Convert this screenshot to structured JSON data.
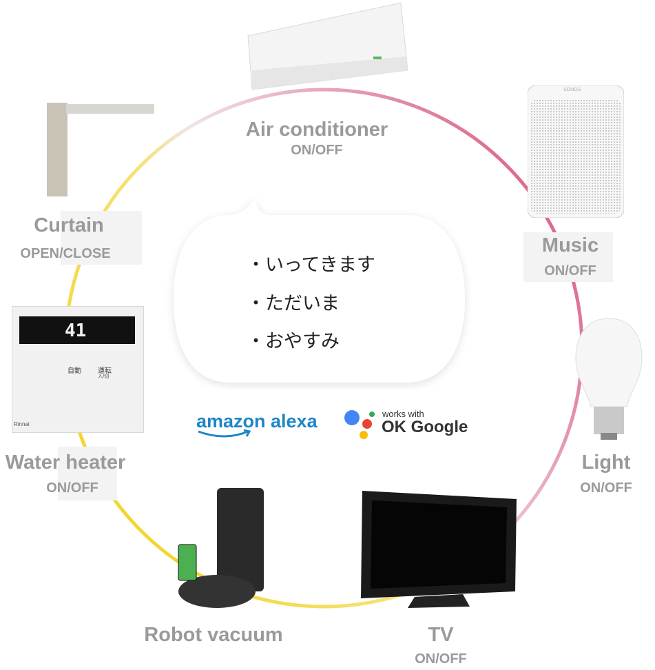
{
  "devices": {
    "air_conditioner": {
      "name": "Air conditioner",
      "state": "ON/OFF"
    },
    "curtain": {
      "name": "Curtain",
      "state": "OPEN/CLOSE"
    },
    "music": {
      "name": "Music",
      "state": "ON/OFF"
    },
    "light": {
      "name": "Light",
      "state": "ON/OFF"
    },
    "water_heater": {
      "name": "Water heater",
      "state": "ON/OFF",
      "display_temp": "41",
      "buttons": [
        "自動",
        "運転",
        "入/切"
      ],
      "brand": "Rinnai"
    },
    "robot_vacuum": {
      "name": "Robot vacuum"
    },
    "tv": {
      "name": "TV",
      "state": "ON/OFF"
    }
  },
  "speaker_brand": "SONOS",
  "bubble": {
    "lines": [
      "・いってきます",
      "・ただいま",
      "・おやすみ"
    ]
  },
  "logos": {
    "alexa": "amazon alexa",
    "google_small": "works with",
    "google_big": "OK Google"
  },
  "colors": {
    "ring_pink": "#d9587c",
    "ring_yellow": "#f2d320",
    "alexa_blue": "#1d86c8",
    "label_gray": "#9a9a9a"
  }
}
